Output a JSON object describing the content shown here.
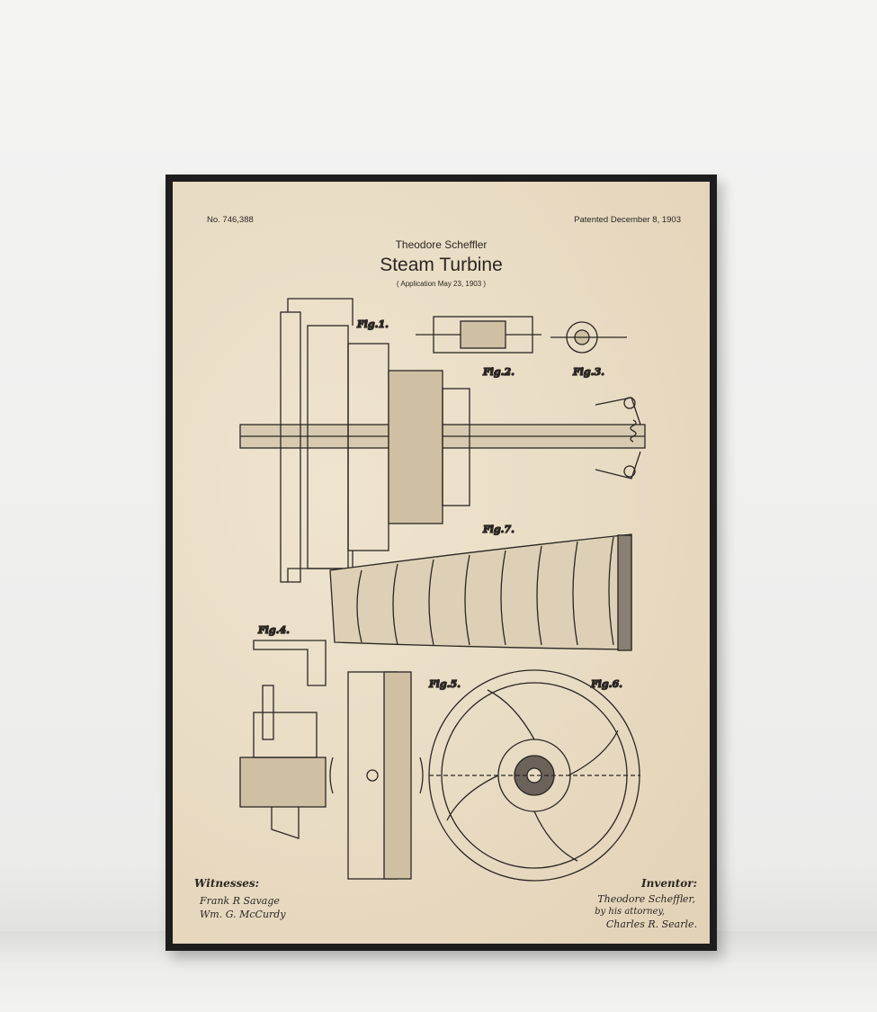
{
  "poster": {
    "patent_number": "No. 746,388",
    "patent_date": "Patented December 8, 1903",
    "inventor_name": "Theodore Scheffler",
    "title": "Steam Turbine",
    "application": "( Application May 23, 1903 )",
    "figures": [
      "Fig.1.",
      "Fig.2.",
      "Fig.3.",
      "Fig.4.",
      "Fig.5.",
      "Fig.6.",
      "Fig.7."
    ],
    "witnesses_label": "Witnesses:",
    "witnesses": [
      "Frank R Savage",
      "Wm. G. McCurdy"
    ],
    "inventor_label": "Inventor:",
    "inventor_signature": [
      "Theodore Scheffler,",
      "by his attorney,",
      "Charles R. Searle."
    ]
  }
}
